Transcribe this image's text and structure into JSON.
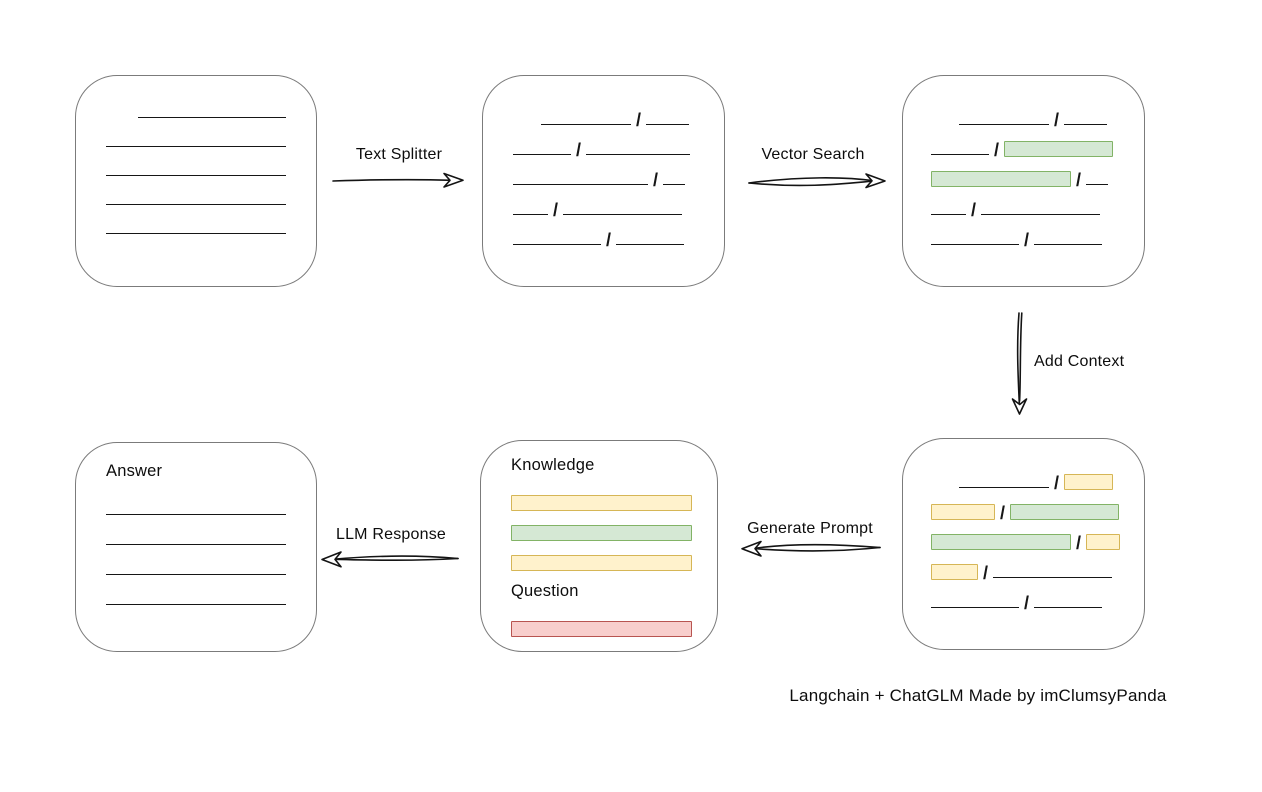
{
  "caption": "Langchain + ChatGLM Made by imClumsyPanda",
  "colors": {
    "green_fill": "#d5e8d4",
    "green_border": "#82b366",
    "yellow_fill": "#fff2cc",
    "yellow_border": "#d6b656",
    "red_fill": "#f8cecc",
    "red_border": "#b85450",
    "line": "#161616",
    "box_border": "#7b7b7b"
  },
  "arrows": {
    "text_splitter": {
      "label": "Text Splitter",
      "direction": "right"
    },
    "vector_search": {
      "label": "Vector Search",
      "direction": "right"
    },
    "add_context": {
      "label": "Add Context",
      "direction": "down"
    },
    "generate_prompt": {
      "label": "Generate Prompt",
      "direction": "left"
    },
    "llm_response": {
      "label": "LLM Response",
      "direction": "left"
    }
  },
  "boxes": {
    "source_document": {
      "rows": [
        [
          {
            "t": "sp",
            "w": 32
          },
          {
            "t": "ln",
            "w": 148
          }
        ],
        [
          {
            "t": "ln",
            "w": 180
          }
        ],
        [
          {
            "t": "ln",
            "w": 180
          }
        ],
        [
          {
            "t": "ln",
            "w": 180
          }
        ],
        [
          {
            "t": "ln",
            "w": 180
          }
        ]
      ]
    },
    "split_chunks": {
      "rows": [
        [
          {
            "t": "sp",
            "w": 28
          },
          {
            "t": "ln",
            "w": 90
          },
          {
            "t": "slash"
          },
          {
            "t": "ln",
            "w": 43
          }
        ],
        [
          {
            "t": "ln",
            "w": 58
          },
          {
            "t": "slash"
          },
          {
            "t": "ln",
            "w": 104
          }
        ],
        [
          {
            "t": "ln",
            "w": 135
          },
          {
            "t": "slash"
          },
          {
            "t": "ln",
            "w": 22
          }
        ],
        [
          {
            "t": "ln",
            "w": 35
          },
          {
            "t": "slash"
          },
          {
            "t": "ln",
            "w": 119
          }
        ],
        [
          {
            "t": "ln",
            "w": 88
          },
          {
            "t": "slash"
          },
          {
            "t": "ln",
            "w": 68
          }
        ]
      ]
    },
    "matched_chunks": {
      "rows": [
        [
          {
            "t": "sp",
            "w": 28
          },
          {
            "t": "ln",
            "w": 90
          },
          {
            "t": "slash"
          },
          {
            "t": "ln",
            "w": 43
          }
        ],
        [
          {
            "t": "ln",
            "w": 58
          },
          {
            "t": "slash"
          },
          {
            "t": "bar",
            "c": "green",
            "w": 107
          }
        ],
        [
          {
            "t": "bar",
            "c": "green",
            "w": 138
          },
          {
            "t": "slash"
          },
          {
            "t": "ln",
            "w": 22
          }
        ],
        [
          {
            "t": "ln",
            "w": 35
          },
          {
            "t": "slash"
          },
          {
            "t": "ln",
            "w": 119
          }
        ],
        [
          {
            "t": "ln",
            "w": 88
          },
          {
            "t": "slash"
          },
          {
            "t": "ln",
            "w": 68
          }
        ]
      ]
    },
    "context_chunks": {
      "rows": [
        [
          {
            "t": "sp",
            "w": 28
          },
          {
            "t": "ln",
            "w": 90
          },
          {
            "t": "slash"
          },
          {
            "t": "bar",
            "c": "yellow",
            "w": 47
          }
        ],
        [
          {
            "t": "bar",
            "c": "yellow",
            "w": 62
          },
          {
            "t": "slash"
          },
          {
            "t": "bar",
            "c": "green",
            "w": 107
          }
        ],
        [
          {
            "t": "bar",
            "c": "green",
            "w": 138
          },
          {
            "t": "slash"
          },
          {
            "t": "bar",
            "c": "yellow",
            "w": 32
          }
        ],
        [
          {
            "t": "bar",
            "c": "yellow",
            "w": 45
          },
          {
            "t": "slash"
          },
          {
            "t": "ln",
            "w": 119
          }
        ],
        [
          {
            "t": "ln",
            "w": 88
          },
          {
            "t": "slash"
          },
          {
            "t": "ln",
            "w": 68
          }
        ]
      ]
    },
    "prompt": {
      "rows": [
        [
          {
            "t": "label",
            "text": "Knowledge"
          }
        ],
        [
          {
            "t": "bar",
            "c": "yellow",
            "w": 183
          }
        ],
        [
          {
            "t": "bar",
            "c": "green",
            "w": 183
          }
        ],
        [
          {
            "t": "bar",
            "c": "yellow",
            "w": 183
          }
        ],
        [
          {
            "t": "label",
            "text": "Question"
          }
        ],
        [
          {
            "t": "bar",
            "c": "red",
            "w": 183
          }
        ]
      ]
    },
    "answer": {
      "rows": [
        [
          {
            "t": "label",
            "text": "Answer"
          }
        ],
        [
          {
            "t": "ln",
            "w": 180
          }
        ],
        [
          {
            "t": "ln",
            "w": 180
          }
        ],
        [
          {
            "t": "ln",
            "w": 180
          }
        ],
        [
          {
            "t": "ln",
            "w": 180
          }
        ]
      ]
    }
  }
}
